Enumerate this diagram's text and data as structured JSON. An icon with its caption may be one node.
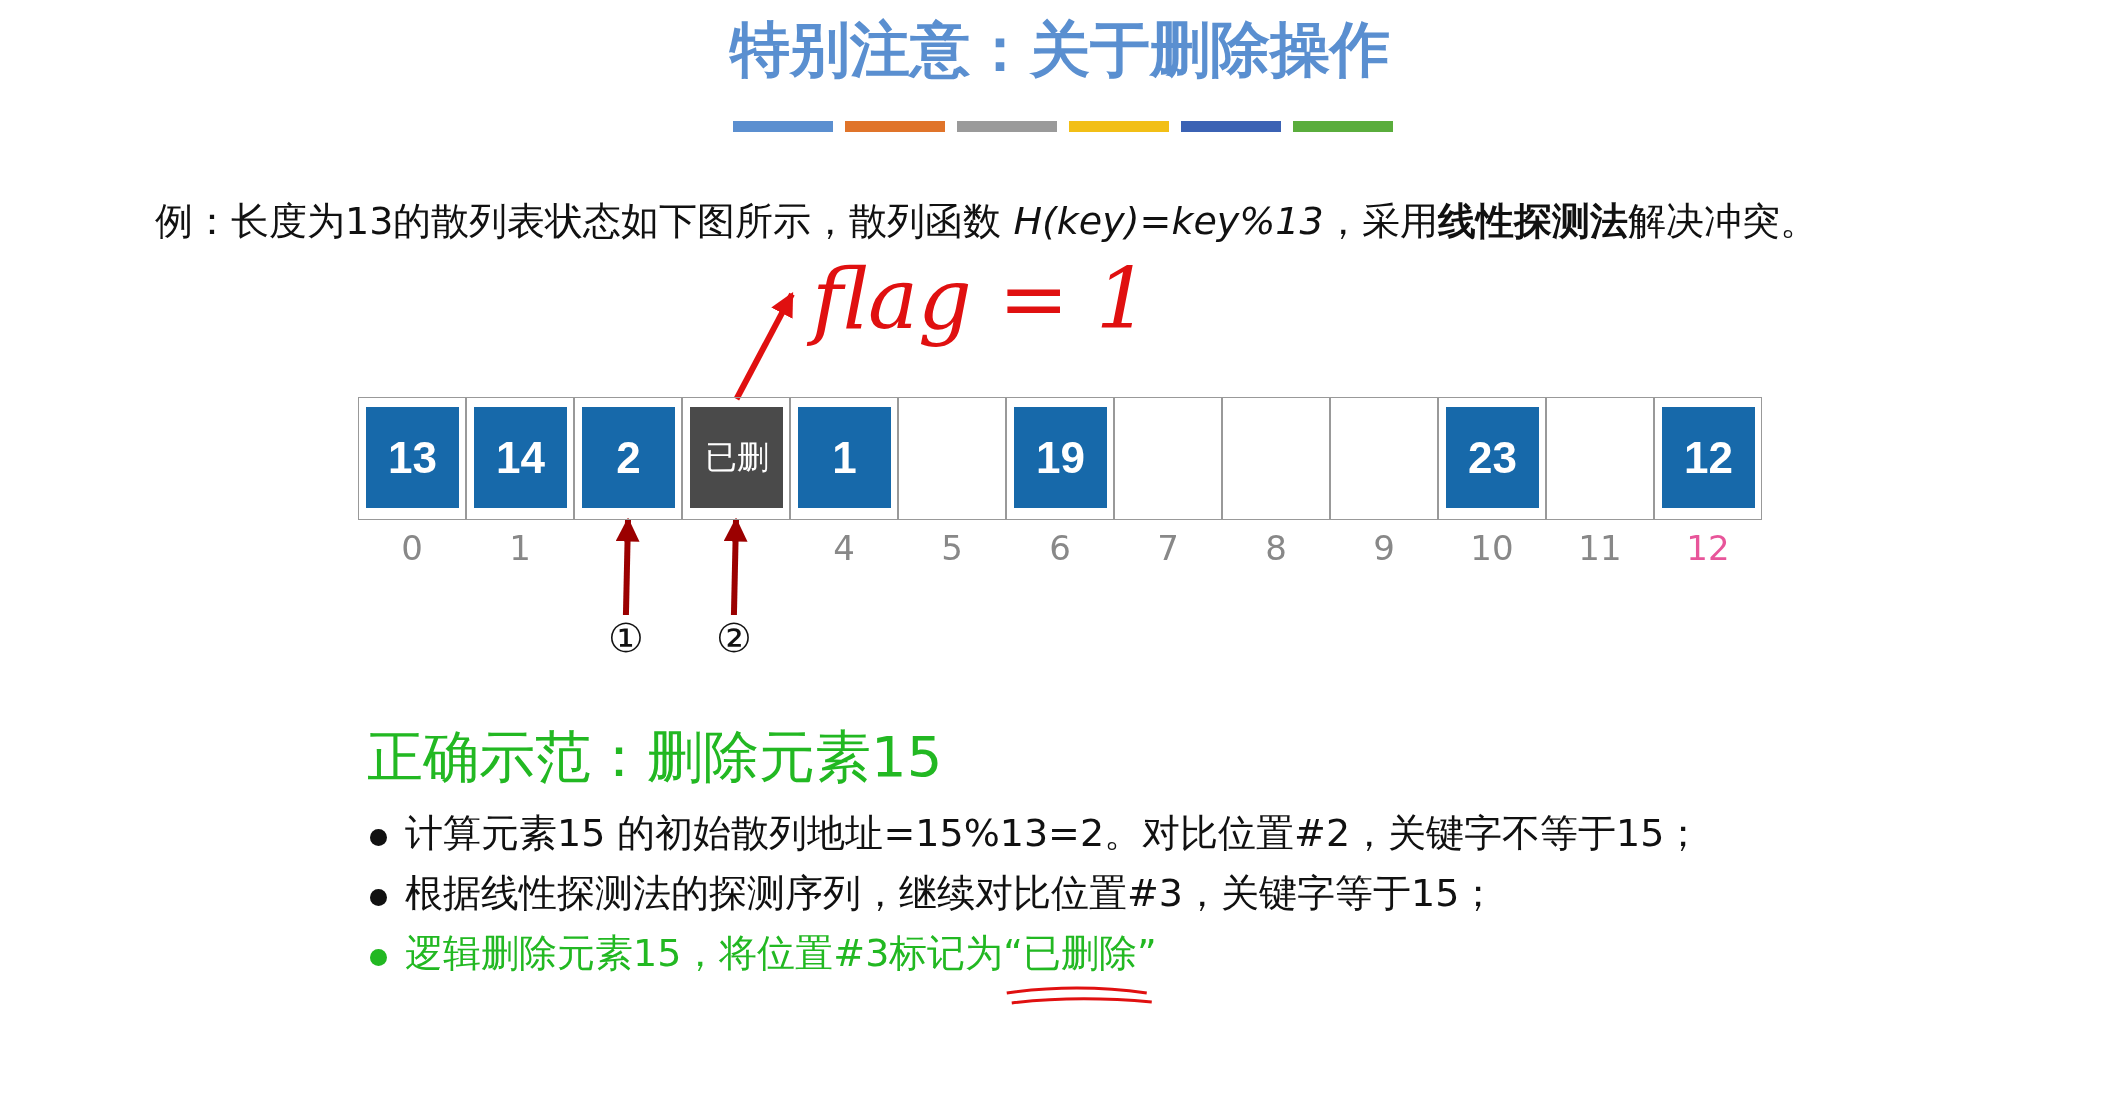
{
  "diagram": {
    "title": "特别注意：关于删除操作",
    "nodes": [
      {
        "text": [],
        "shape": "box",
        "beside": [
          "0"
        ]
      },
      {
        "text": [
          "13"
        ],
        "in": 0
      },
      {
        "text": [],
        "shape": "box",
        "beside": [
          "1"
        ]
      },
      {
        "text": [
          "14"
        ],
        "in": 2
      },
      {
        "text": [],
        "shape": "box"
      },
      {
        "text": [
          "2"
        ],
        "in": 4
      },
      {
        "text": [],
        "shape": "box"
      },
      {
        "text": [
          "已删"
        ],
        "in": 6
      },
      {
        "text": [],
        "shape": "box",
        "beside": [
          "4"
        ]
      },
      {
        "text": [
          "1"
        ],
        "in": 8
      },
      {
        "text": [],
        "shape": "box",
        "beside": [
          "5"
        ]
      },
      {
        "text": [],
        "shape": "box",
        "beside": [
          "6"
        ]
      },
      {
        "text": [
          "19"
        ],
        "in": 11
      },
      {
        "text": [],
        "shape": "box",
        "beside": [
          "7"
        ]
      },
      {
        "text": [],
        "shape": "box",
        "beside": [
          "8"
        ]
      },
      {
        "text": [],
        "shape": "box",
        "beside": [
          "9"
        ]
      },
      {
        "text": [],
        "shape": "box",
        "beside": [
          "10"
        ]
      },
      {
        "text": [
          "23"
        ],
        "in": 16
      },
      {
        "text": [],
        "shape": "box",
        "beside": [
          "11"
        ]
      },
      {
        "text": [],
        "shape": "box",
        "beside": [
          "12"
        ]
      },
      {
        "text": [
          "12"
        ],
        "in": 19
      },
      {
        "text": [
          "①"
        ]
      },
      {
        "text": [
          "②"
        ]
      },
      {
        "text": [
          "flag = 1"
        ]
      }
    ],
    "edges": [
      {
        "from": 21,
        "to": 4,
        "arrow": "to",
        "color": "#9b0000"
      },
      {
        "from": 22,
        "to": 6,
        "arrow": "to",
        "color": "#9b0000"
      },
      {
        "from": 7,
        "to": 23,
        "arrow": "to",
        "color": "#e01010"
      }
    ],
    "labels": [
      "例：长度为13的散列表状态如下图所示，散列函数 *H(key)=key%13*，采用**线性探测法**解决冲突。",
      "正确示范：删除元素15",
      "计算元素15 的初始散列地址=15%13=2。对比位置#2，关键字不等于15；",
      "根据线性探测法的探测序列，继续对比位置#3，关键字等于15；",
      "逻辑删除元素15，将位置#3标记为“已删除”"
    ]
  }
}
